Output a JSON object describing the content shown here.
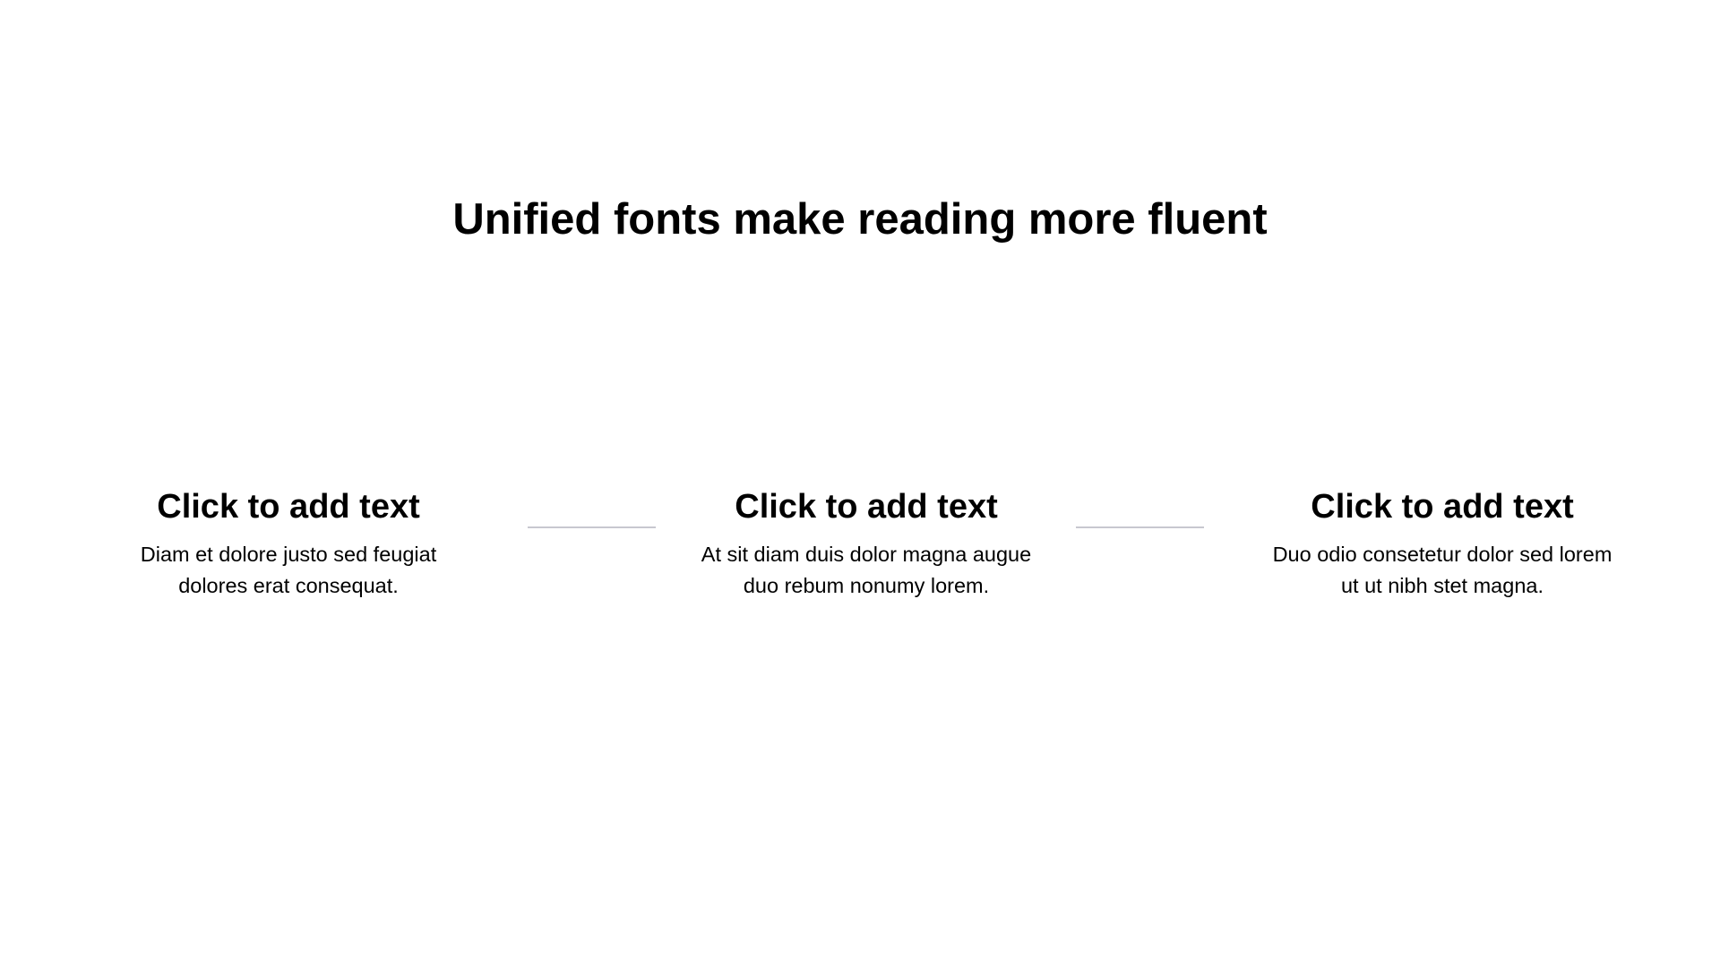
{
  "slide": {
    "title": "Unified fonts make reading more fluent",
    "divider_color": "#c8c8d0",
    "columns": [
      {
        "heading": "Click to add text",
        "body_lines": [
          "Diam et dolore justo sed feugiat",
          "dolores erat consequat."
        ]
      },
      {
        "heading": "Click to add text",
        "body_lines": [
          "At sit diam duis dolor magna augue",
          "duo rebum nonumy lorem."
        ]
      },
      {
        "heading": "Click to add text",
        "body_lines": [
          "Duo odio consetetur dolor sed lorem",
          "ut ut nibh stet magna."
        ]
      }
    ]
  }
}
